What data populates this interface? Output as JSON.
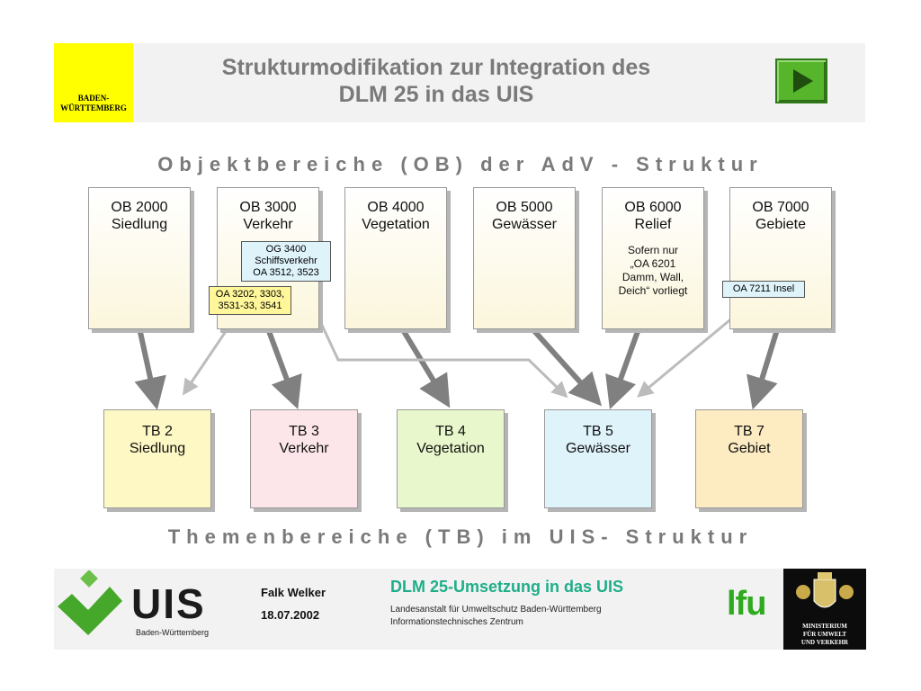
{
  "header": {
    "logo_line1": "BADEN-",
    "logo_line2": "WÜRTTEMBERG",
    "title_line1": "Strukturmodifikation zur Integration des",
    "title_line2": "DLM 25 in das UIS",
    "next_icon": "play-triangle-icon"
  },
  "ob_heading": "Objektbereiche (OB) der AdV - Struktur",
  "tb_heading": "Themenbereiche (TB) im UIS- Struktur",
  "ob_boxes": [
    {
      "code": "OB 2000",
      "name": "Siedlung"
    },
    {
      "code": "OB 3000",
      "name": "Verkehr"
    },
    {
      "code": "OB 4000",
      "name": "Vegetation"
    },
    {
      "code": "OB 5000",
      "name": "Gewässer"
    },
    {
      "code": "OB 6000",
      "name": "Relief",
      "note_lines": [
        "Sofern nur",
        "„OA 6201",
        "Damm, Wall,",
        "Deich“ vorliegt"
      ]
    },
    {
      "code": "OB 7000",
      "name": "Gebiete"
    }
  ],
  "tb_boxes": [
    {
      "code": "TB 2",
      "name": "Siedlung",
      "color": "#fdf8c4"
    },
    {
      "code": "TB 3",
      "name": "Verkehr",
      "color": "#fde6ea"
    },
    {
      "code": "TB 4",
      "name": "Vegetation",
      "color": "#e9f8cc"
    },
    {
      "code": "TB 5",
      "name": "Gewässer",
      "color": "#dff3fb"
    },
    {
      "code": "TB 7",
      "name": "Gebiet",
      "color": "#fdebc2"
    }
  ],
  "callouts": {
    "og3400": [
      "OG 3400",
      "Schiffsverkehr",
      "OA 3512, 3523"
    ],
    "oa3202": [
      "OA 3202, 3303,",
      "3531-33, 3541"
    ],
    "oa7211": [
      "OA 7211 Insel"
    ]
  },
  "footer": {
    "uis_label": "UIS",
    "uis_sub": "Baden-Württemberg",
    "author": "Falk Welker",
    "date": "18.07.2002",
    "title": "DLM 25-Umsetzung in das UIS",
    "line1": "Landesanstalt für Umweltschutz Baden-Württemberg",
    "line2": "Informationstechnisches Zentrum",
    "lfu_label": "lfu",
    "ministry_lines": [
      "MINISTERIUM",
      "FÜR UMWELT",
      "UND VERKEHR"
    ]
  },
  "colors": {
    "heading_gray": "#7a7a7a",
    "arrow_dark": "#808080",
    "arrow_light": "#bcbcbc",
    "accent_green": "#57b52b",
    "footer_teal": "#1fae8a"
  }
}
